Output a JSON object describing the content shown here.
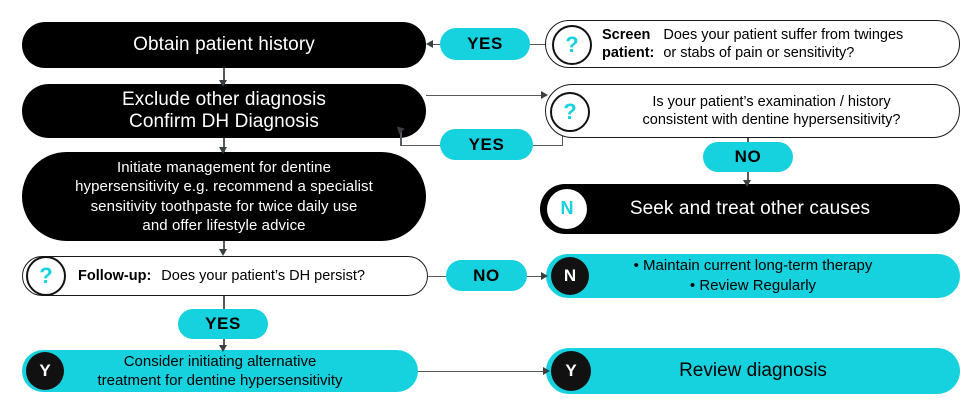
{
  "title": "Dentine hypersensitivity (DH) management flowchart",
  "colors": {
    "cyan": "#16D2DE",
    "black": "#000000",
    "white": "#FFFFFF",
    "connector": "#555A5E"
  },
  "nodes": {
    "obtain_history": {
      "text": "Obtain patient history"
    },
    "exclude_confirm": {
      "line1": "Exclude other diagnosis",
      "line2": "Confirm DH Diagnosis"
    },
    "initiate_management": {
      "line1": "Initiate management for dentine",
      "line2": "hypersensitivity e.g. recommend a specialist",
      "line3": "sensitivity toothpaste for twice daily use",
      "line4": "and offer lifestyle advice"
    },
    "seek_other_causes": {
      "badge": "N",
      "text": "Seek and treat other causes"
    },
    "maintain_review": {
      "badge": "N",
      "bullet1": "• Maintain current long-term therapy",
      "bullet2": "• Review Regularly"
    },
    "consider_alternative": {
      "badge": "Y",
      "line1": "Consider initiating alternative",
      "line2": "treatment for dentine hypersensitivity"
    },
    "review_diagnosis": {
      "badge": "Y",
      "text": "Review diagnosis"
    }
  },
  "questions": {
    "screen_patient": {
      "icon": "question-mark-icon",
      "label": "Screen\npatient:",
      "line1": "Does your patient suffer from twinges",
      "line2": "or stabs of pain or sensitivity?"
    },
    "examination_history": {
      "icon": "question-mark-icon",
      "line1": "Is your patient’s examination / history",
      "line2": "consistent with dentine hypersensitivity?"
    },
    "follow_up": {
      "icon": "question-mark-icon",
      "label": "Follow-up:",
      "text": "Does your patient’s DH persist?"
    }
  },
  "chips": {
    "yes_screen": "YES",
    "yes_exam": "YES",
    "no_exam": "NO",
    "no_followup": "NO",
    "yes_followup": "YES"
  },
  "glyphs": {
    "question": "?"
  }
}
